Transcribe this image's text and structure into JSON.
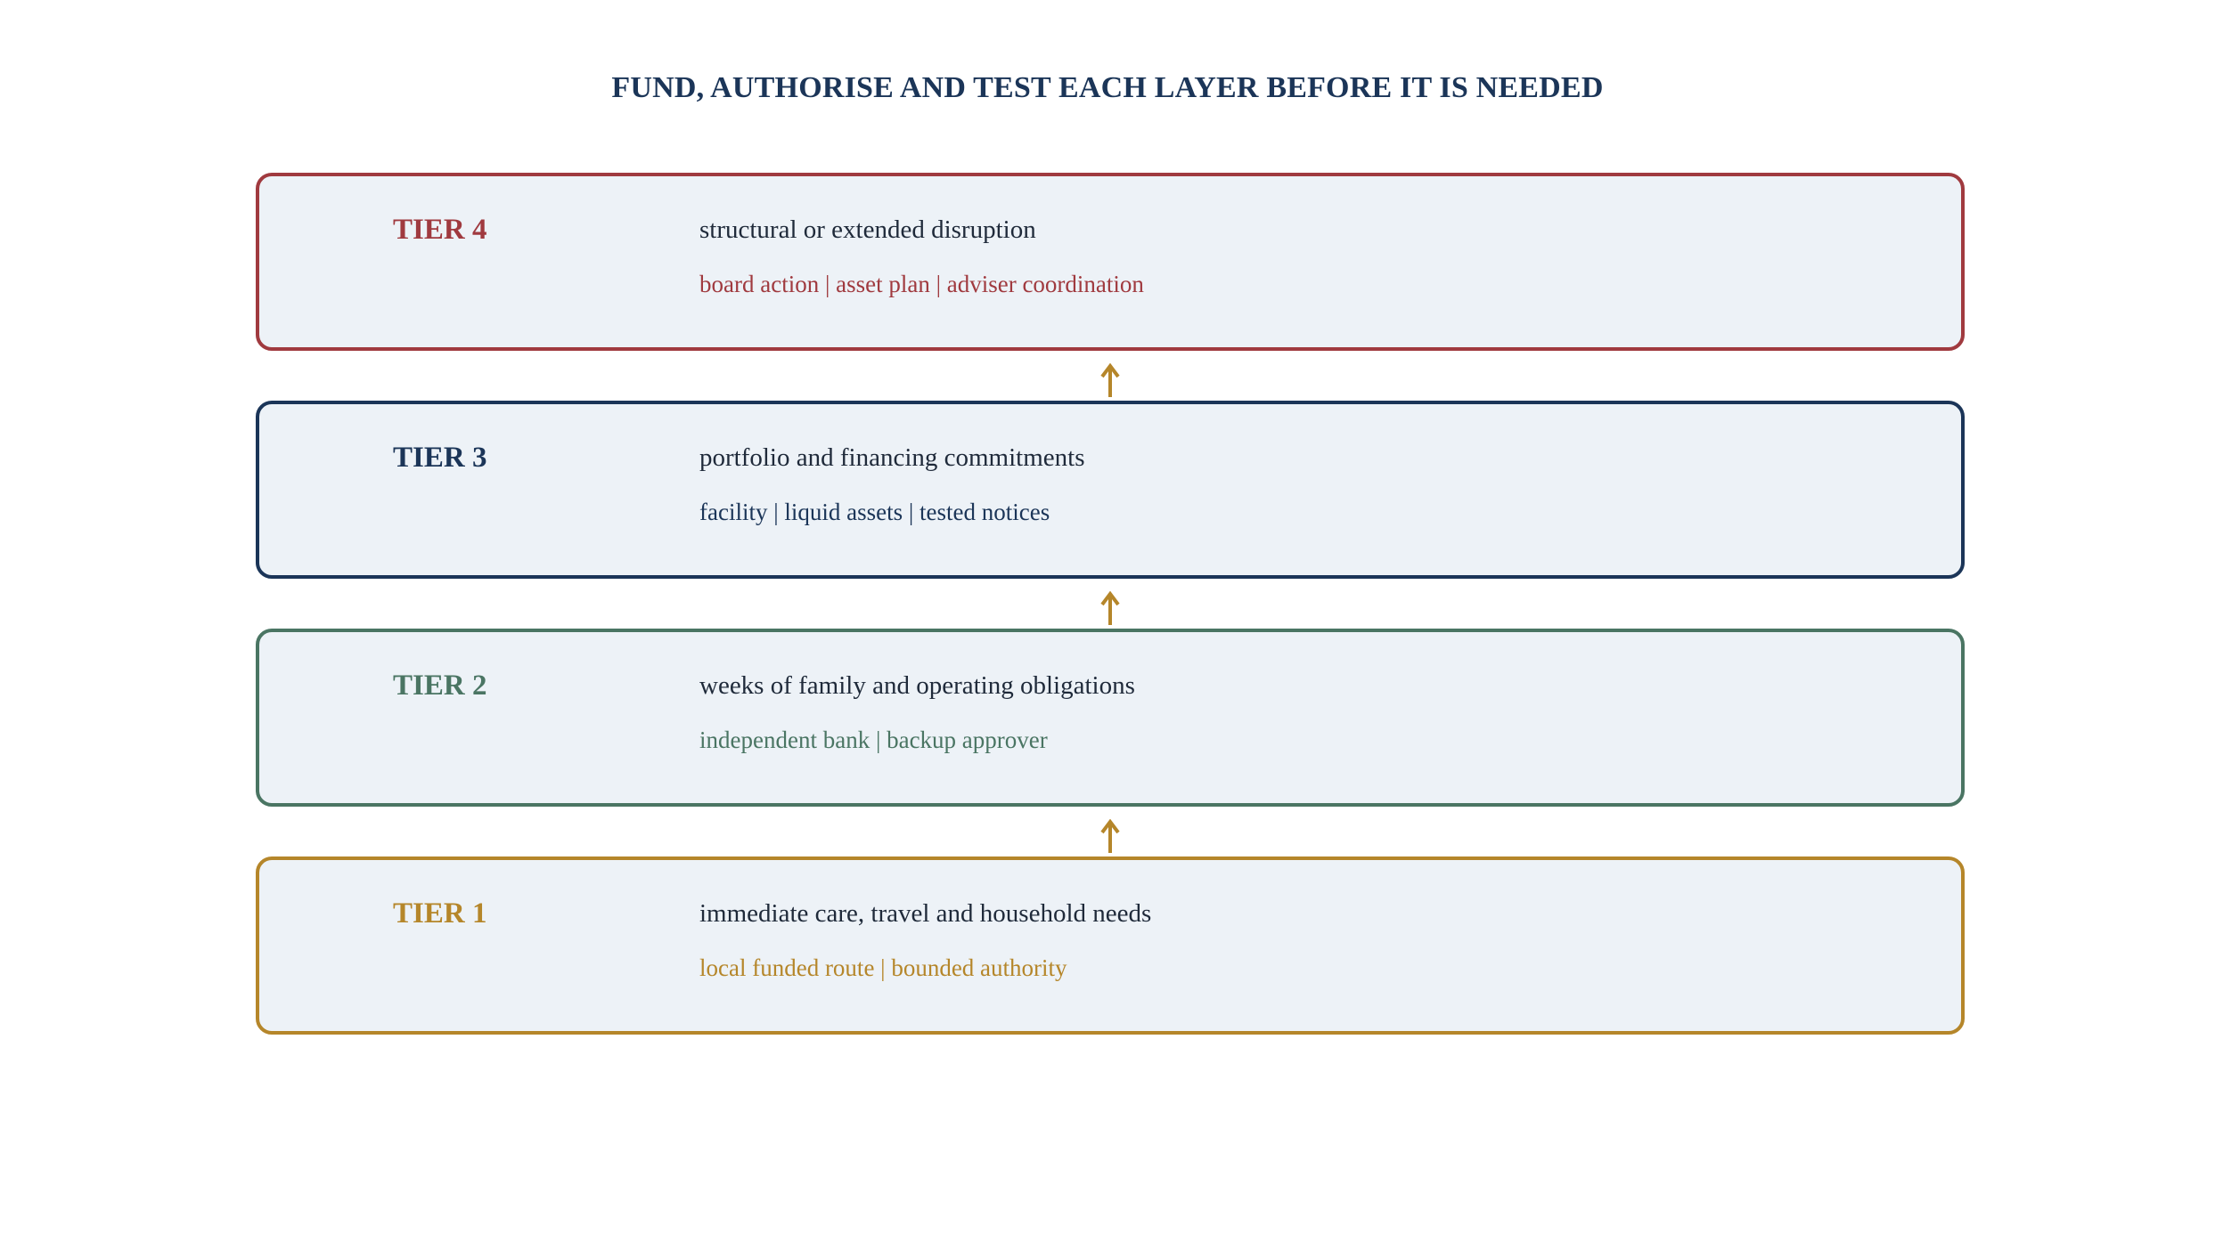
{
  "title": "FUND, AUTHORISE AND TEST EACH LAYER BEFORE IT IS NEEDED",
  "colors": {
    "title": "#1b3558",
    "arrow": "#b5862a",
    "box_fill": "#edf2f7",
    "desc_text": "#1f2a3a"
  },
  "tiers": [
    {
      "label": "TIER 4",
      "description": "structural or extended disruption",
      "tags": "board action | asset plan | adviser coordination",
      "color": "#a03a3f"
    },
    {
      "label": "TIER 3",
      "description": "portfolio and financing commitments",
      "tags": "facility | liquid assets | tested notices",
      "color": "#1b3558"
    },
    {
      "label": "TIER 2",
      "description": "weeks of family and operating obligations",
      "tags": "independent bank | backup approver",
      "color": "#4a7563"
    },
    {
      "label": "TIER 1",
      "description": "immediate care, travel and household needs",
      "tags": "local funded route | bounded authority",
      "color": "#b5862a"
    }
  ]
}
